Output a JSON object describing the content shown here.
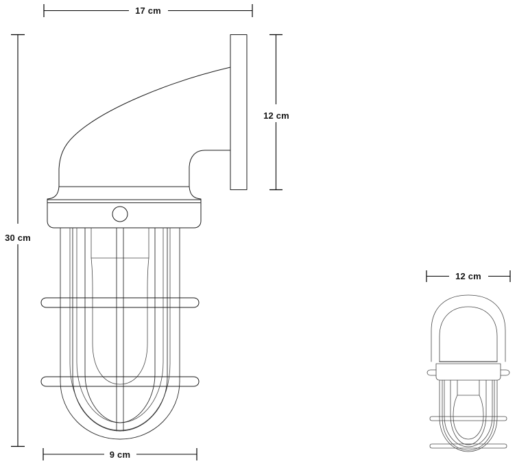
{
  "drawing": {
    "title": "Bulkhead wall lamp dimension drawing",
    "background_color": "#ffffff",
    "line_color": "#1a1a1a",
    "text_color": "#141414",
    "units": "cm"
  },
  "dimensions": {
    "width_top": {
      "label": "17 cm",
      "value": 17,
      "unit": "cm",
      "orientation": "horizontal",
      "applies_to": "side-view-total-projection"
    },
    "height_left": {
      "label": "30 cm",
      "value": 30,
      "unit": "cm",
      "orientation": "vertical",
      "applies_to": "side-view-total-height"
    },
    "height_plate": {
      "label": "12 cm",
      "value": 12,
      "unit": "cm",
      "orientation": "vertical",
      "applies_to": "wall-mount-plate-height"
    },
    "width_bottom": {
      "label": "9 cm",
      "value": 9,
      "unit": "cm",
      "orientation": "horizontal",
      "applies_to": "side-view-cage-width"
    },
    "width_front": {
      "label": "12 cm",
      "value": 12,
      "unit": "cm",
      "orientation": "horizontal",
      "applies_to": "front-view-overall-width"
    }
  },
  "views": {
    "side_view": {
      "name": "side-elevation",
      "parts": [
        "wall-mount-plate",
        "curved-arm",
        "lower-arm-elbow",
        "lamp-housing-collar",
        "fixing-screw",
        "protective-cage",
        "glass-globe",
        "bulb"
      ]
    },
    "front_view": {
      "name": "front-elevation",
      "parts": [
        "arm-dome",
        "lamp-housing-collar",
        "side-lugs",
        "protective-cage",
        "glass-globe",
        "bulb"
      ]
    }
  }
}
